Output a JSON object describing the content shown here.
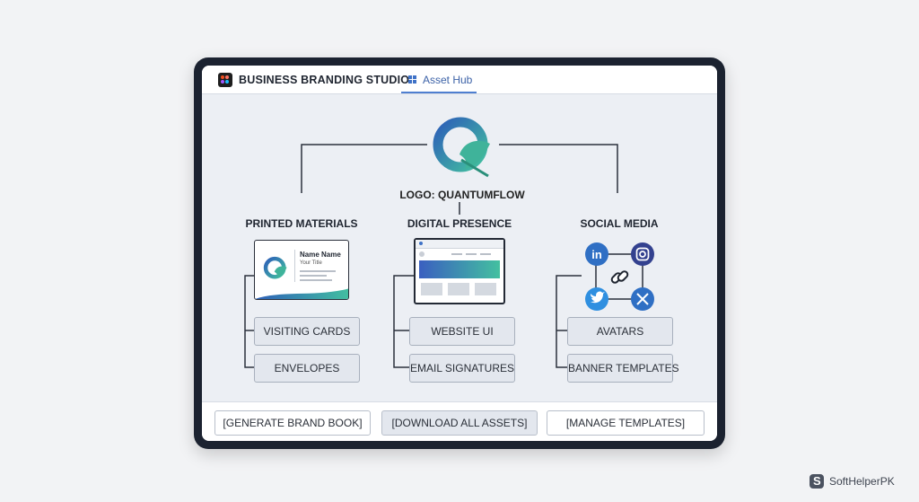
{
  "app": {
    "title": "BUSINESS BRANDING STUDIO",
    "tab": "Asset Hub"
  },
  "logo": {
    "label": "LOGO: QUANTUMFLOW"
  },
  "columns": {
    "printed": {
      "title": "PRINTED MATERIALS",
      "card_name": "Name Name",
      "card_title": "Your Title",
      "items": [
        "VISITING CARDS",
        "ENVELOPES"
      ]
    },
    "digital": {
      "title": "DIGITAL PRESENCE",
      "items": [
        "WEBSITE UI",
        "EMAIL SIGNATURES"
      ]
    },
    "social": {
      "title": "SOCIAL MEDIA",
      "items": [
        "AVATARS",
        "BANNER TEMPLATES"
      ]
    }
  },
  "actions": {
    "generate": "[GENERATE BRAND BOOK]",
    "download": "[DOWNLOAD ALL ASSETS]",
    "manage": "[MANAGE TEMPLATES]"
  },
  "watermark": "SoftHelperPK",
  "colors": {
    "frame": "#1b2230",
    "accent_blue": "#3f72c7",
    "brand_teal": "#3fb39a",
    "brand_blue": "#3a6fc4"
  },
  "icons": [
    "figma-icon",
    "grid-icon",
    "linkedin-icon",
    "instagram-icon",
    "twitter-icon",
    "x-icon",
    "link-icon"
  ]
}
